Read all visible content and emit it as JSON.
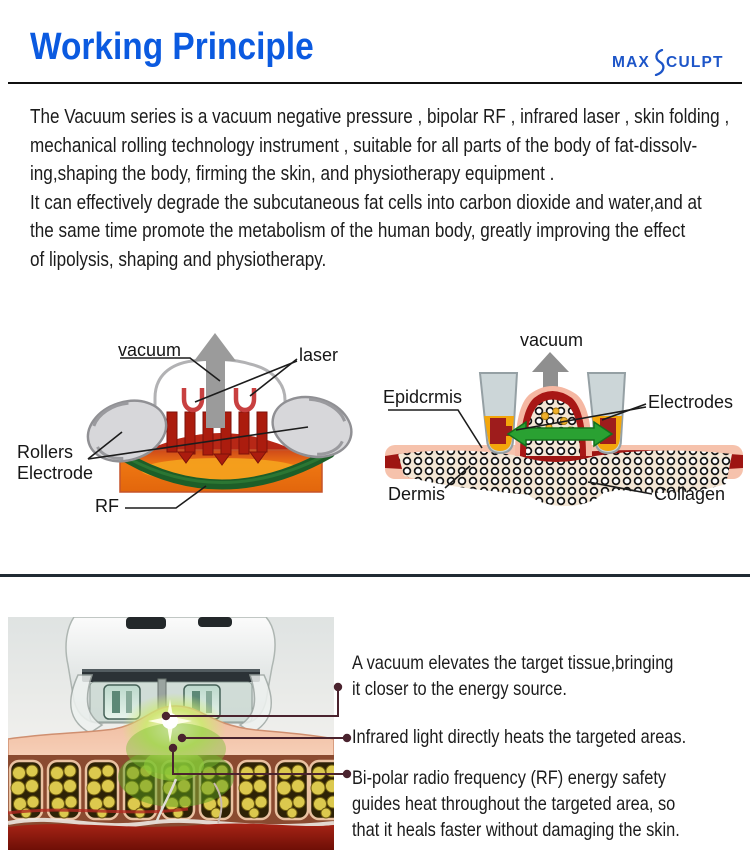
{
  "header": {
    "title": "Working Principle",
    "brand": {
      "prefix": "MAX",
      "suffix": "CULPT",
      "full_name": "MAX SCULPT"
    },
    "accent_color": "#0b5ae0",
    "logo_color": "#1d55c8"
  },
  "intro": {
    "lines": [
      "The Vacuum series is a vacuum negative pressure , bipolar RF , infrared laser , skin folding ,",
      "mechanical rolling technology instrument , suitable for all parts of the body of fat-dissolv-",
      "ing,shaping the body, firming the skin, and physiotherapy equipment .",
      "It can effectively degrade the subcutaneous fat cells into carbon dioxide and water,and at",
      "the same time promote the metabolism of the human body, greatly improving the effect",
      "of lipolysis, shaping and physiotherapy."
    ]
  },
  "diagrams": {
    "roller": {
      "labels": {
        "vacuum": "vacuum",
        "laser": "laser",
        "rollers": "Rollers",
        "electrode": "Electrode",
        "rf": "RF"
      }
    },
    "fold": {
      "labels": {
        "vacuum": "vacuum",
        "epidermis": "Epidcrmis",
        "electrodes": "Electrodes",
        "dermis": "Dermis",
        "collagen": "Collagen"
      }
    }
  },
  "bullets": [
    {
      "lines": [
        "A vacuum elevates the target tissue,bringing",
        "it closer to the energy source."
      ]
    },
    {
      "lines": [
        "Infrared light directly heats the targeted areas."
      ]
    },
    {
      "lines": [
        "Bi-polar radio frequency (RF) energy safety",
        "guides heat throughout the targeted area, so",
        "that it heals faster without damaging the skin."
      ]
    }
  ],
  "colors": {
    "connector": "#4a232e",
    "rf_green": "#1d5e28",
    "tissue_orange": "#ee7612",
    "fold_red": "#a81715",
    "cup_orange": "#f3a60c"
  }
}
